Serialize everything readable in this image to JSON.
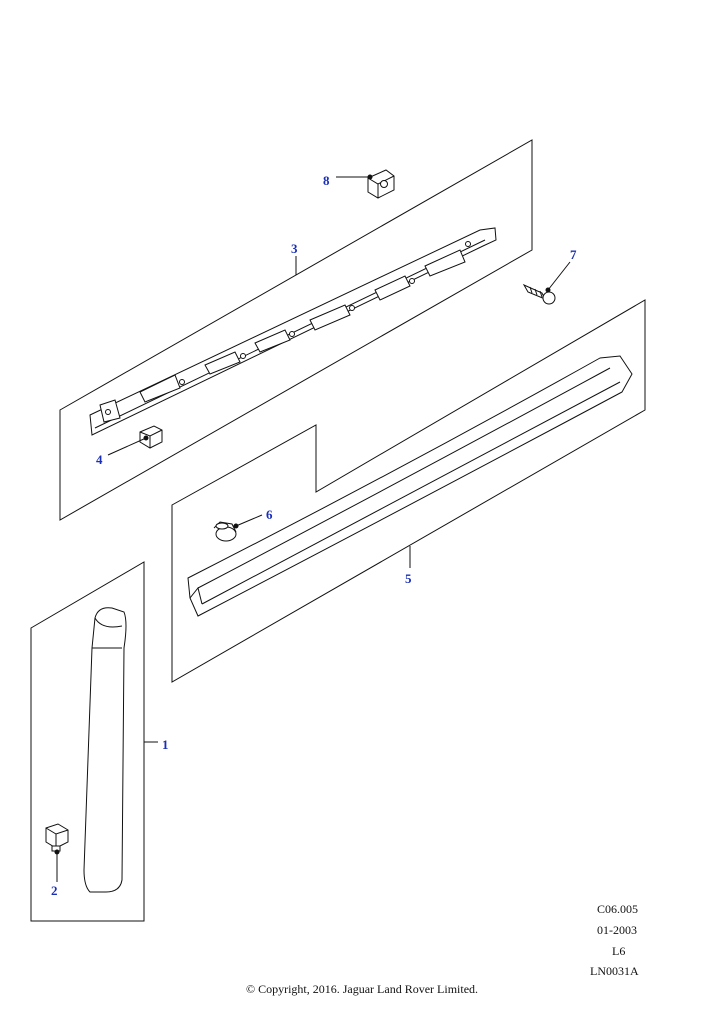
{
  "callouts": {
    "c1": "1",
    "c2": "2",
    "c3": "3",
    "c4": "4",
    "c5": "5",
    "c6": "6",
    "c7": "7",
    "c8": "8"
  },
  "meta": {
    "code": "C06.005",
    "date": "01-2003",
    "model": "L6",
    "illustration": "LN0031A"
  },
  "copyright": "© Copyright, 2016. Jaguar Land Rover Limited.",
  "colors": {
    "callout": "#1a2fb8",
    "line": "#111111"
  }
}
